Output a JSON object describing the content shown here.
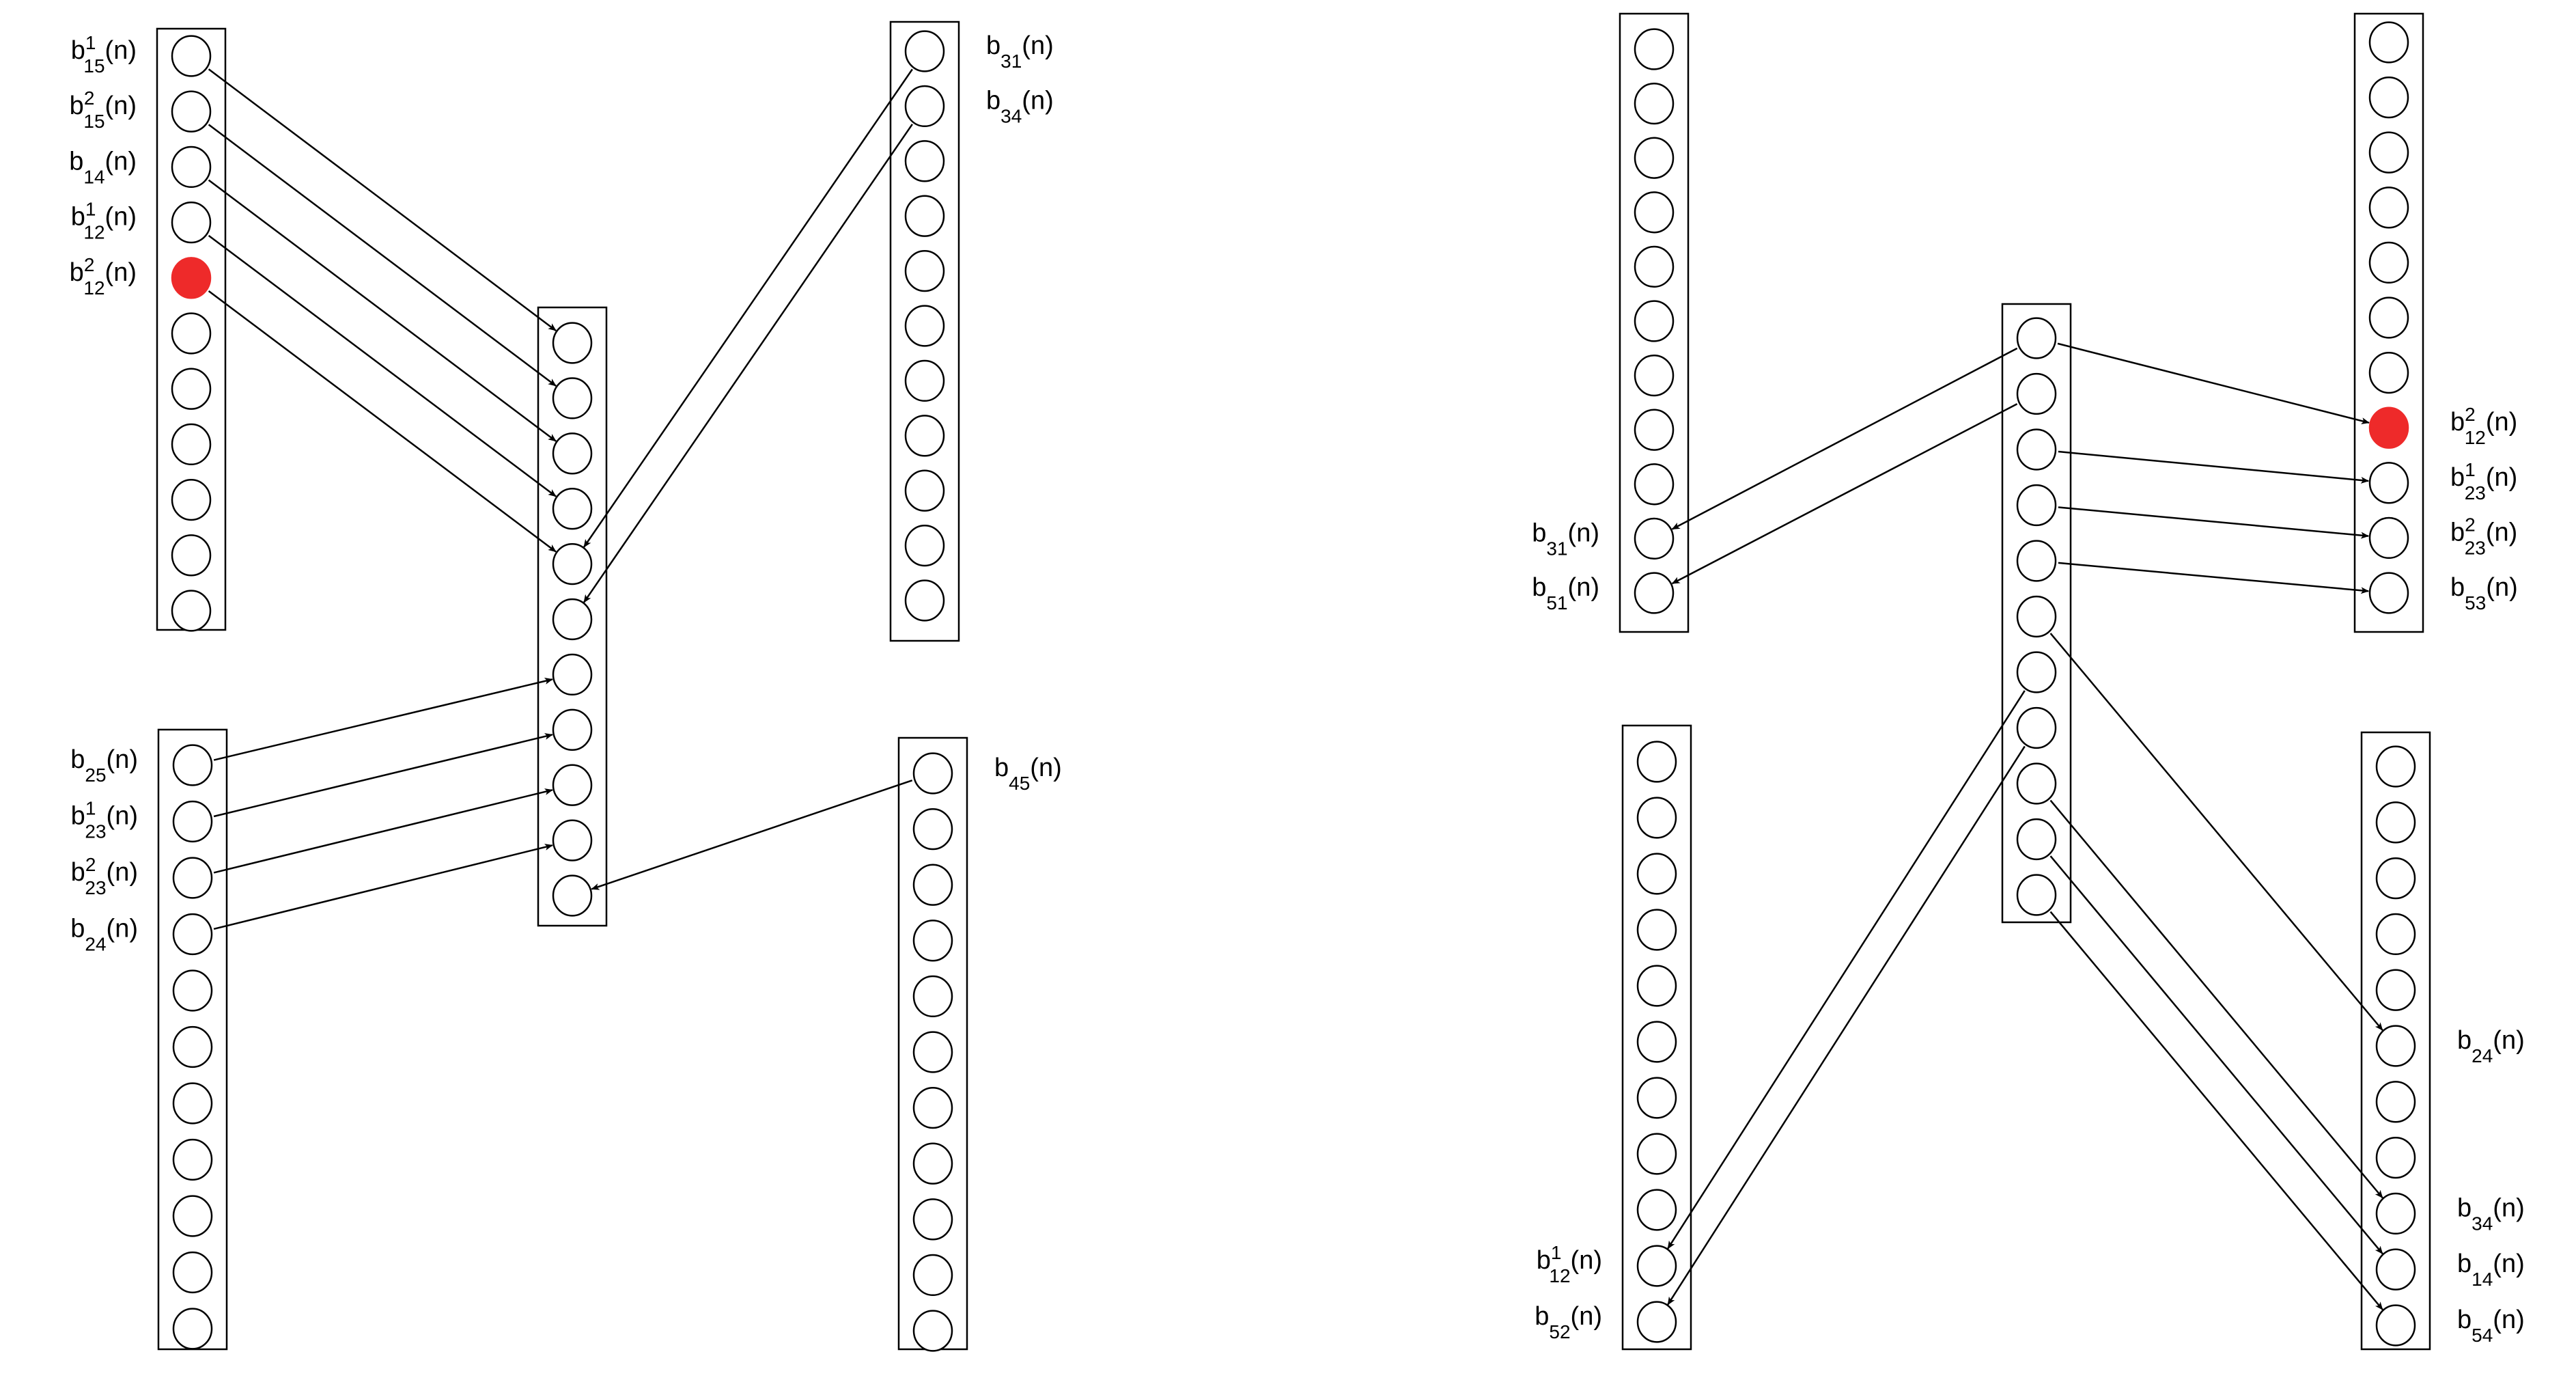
{
  "highlight_color": "#ee2a2a",
  "line_color": "#000000",
  "panels": [
    {
      "id": "left",
      "stacks": [
        {
          "id": "L_topleft",
          "nodes": 11,
          "highlighted": [
            4
          ]
        },
        {
          "id": "L_center",
          "nodes": 11,
          "highlighted": []
        },
        {
          "id": "L_topright",
          "nodes": 11,
          "highlighted": []
        },
        {
          "id": "L_bottomleft",
          "nodes": 11,
          "highlighted": []
        },
        {
          "id": "L_bottomright",
          "nodes": 11,
          "highlighted": []
        }
      ],
      "edges": [
        {
          "from": "L_topleft",
          "from_node": 0,
          "to": "L_center",
          "to_node": 0
        },
        {
          "from": "L_topleft",
          "from_node": 1,
          "to": "L_center",
          "to_node": 1
        },
        {
          "from": "L_topleft",
          "from_node": 2,
          "to": "L_center",
          "to_node": 2
        },
        {
          "from": "L_topleft",
          "from_node": 3,
          "to": "L_center",
          "to_node": 3
        },
        {
          "from": "L_topleft",
          "from_node": 4,
          "to": "L_center",
          "to_node": 4
        },
        {
          "from": "L_topright",
          "from_node": 0,
          "to": "L_center",
          "to_node": 4
        },
        {
          "from": "L_topright",
          "from_node": 1,
          "to": "L_center",
          "to_node": 5
        },
        {
          "from": "L_bottomleft",
          "from_node": 0,
          "to": "L_center",
          "to_node": 6
        },
        {
          "from": "L_bottomleft",
          "from_node": 1,
          "to": "L_center",
          "to_node": 7
        },
        {
          "from": "L_bottomleft",
          "from_node": 2,
          "to": "L_center",
          "to_node": 8
        },
        {
          "from": "L_bottomleft",
          "from_node": 3,
          "to": "L_center",
          "to_node": 9
        },
        {
          "from": "L_bottomright",
          "from_node": 0,
          "to": "L_center",
          "to_node": 10
        }
      ],
      "labels": [
        {
          "stack": "L_topleft",
          "node": 0,
          "side": "left",
          "base": "b",
          "sub": "15",
          "sup": "1",
          "arg": "(n)"
        },
        {
          "stack": "L_topleft",
          "node": 1,
          "side": "left",
          "base": "b",
          "sub": "15",
          "sup": "2",
          "arg": "(n)"
        },
        {
          "stack": "L_topleft",
          "node": 2,
          "side": "left",
          "base": "b",
          "sub": "14",
          "sup": "",
          "arg": "(n)"
        },
        {
          "stack": "L_topleft",
          "node": 3,
          "side": "left",
          "base": "b",
          "sub": "12",
          "sup": "1",
          "arg": "(n)"
        },
        {
          "stack": "L_topleft",
          "node": 4,
          "side": "left",
          "base": "b",
          "sub": "12",
          "sup": "2",
          "arg": "(n)"
        },
        {
          "stack": "L_topright",
          "node": 0,
          "side": "right",
          "base": "b",
          "sub": "31",
          "sup": "",
          "arg": "(n)"
        },
        {
          "stack": "L_topright",
          "node": 1,
          "side": "right",
          "base": "b",
          "sub": "34",
          "sup": "",
          "arg": "(n)"
        },
        {
          "stack": "L_bottomleft",
          "node": 0,
          "side": "left",
          "base": "b",
          "sub": "25",
          "sup": "",
          "arg": "(n)"
        },
        {
          "stack": "L_bottomleft",
          "node": 1,
          "side": "left",
          "base": "b",
          "sub": "23",
          "sup": "1",
          "arg": "(n)"
        },
        {
          "stack": "L_bottomleft",
          "node": 2,
          "side": "left",
          "base": "b",
          "sub": "23",
          "sup": "2",
          "arg": "(n)"
        },
        {
          "stack": "L_bottomleft",
          "node": 3,
          "side": "left",
          "base": "b",
          "sub": "24",
          "sup": "",
          "arg": "(n)"
        },
        {
          "stack": "L_bottomright",
          "node": 0,
          "side": "right",
          "base": "b",
          "sub": "45",
          "sup": "",
          "arg": "(n)"
        }
      ]
    },
    {
      "id": "right",
      "stacks": [
        {
          "id": "R_topleft",
          "nodes": 11,
          "highlighted": []
        },
        {
          "id": "R_center",
          "nodes": 11,
          "highlighted": []
        },
        {
          "id": "R_topright",
          "nodes": 11,
          "highlighted": [
            7
          ]
        },
        {
          "id": "R_bottomleft",
          "nodes": 11,
          "highlighted": []
        },
        {
          "id": "R_bottomright",
          "nodes": 11,
          "highlighted": []
        }
      ],
      "edges": [
        {
          "from": "R_center",
          "from_node": 0,
          "to": "R_topright",
          "to_node": 7
        },
        {
          "from": "R_center",
          "from_node": 0,
          "to": "R_topleft",
          "to_node": 9
        },
        {
          "from": "R_center",
          "from_node": 1,
          "to": "R_topleft",
          "to_node": 10
        },
        {
          "from": "R_center",
          "from_node": 2,
          "to": "R_topright",
          "to_node": 8
        },
        {
          "from": "R_center",
          "from_node": 3,
          "to": "R_topright",
          "to_node": 9
        },
        {
          "from": "R_center",
          "from_node": 4,
          "to": "R_topright",
          "to_node": 10
        },
        {
          "from": "R_center",
          "from_node": 5,
          "to": "R_bottomright",
          "to_node": 5
        },
        {
          "from": "R_center",
          "from_node": 6,
          "to": "R_bottomleft",
          "to_node": 9
        },
        {
          "from": "R_center",
          "from_node": 7,
          "to": "R_bottomleft",
          "to_node": 10
        },
        {
          "from": "R_center",
          "from_node": 8,
          "to": "R_bottomright",
          "to_node": 8
        },
        {
          "from": "R_center",
          "from_node": 9,
          "to": "R_bottomright",
          "to_node": 9
        },
        {
          "from": "R_center",
          "from_node": 10,
          "to": "R_bottomright",
          "to_node": 10
        }
      ],
      "labels": [
        {
          "stack": "R_topleft",
          "node": 9,
          "side": "left",
          "base": "b",
          "sub": "31",
          "sup": "",
          "arg": "(n)"
        },
        {
          "stack": "R_topleft",
          "node": 10,
          "side": "left",
          "base": "b",
          "sub": "51",
          "sup": "",
          "arg": "(n)"
        },
        {
          "stack": "R_topright",
          "node": 7,
          "side": "right",
          "base": "b",
          "sub": "12",
          "sup": "2",
          "arg": "(n)"
        },
        {
          "stack": "R_topright",
          "node": 8,
          "side": "right",
          "base": "b",
          "sub": "23",
          "sup": "1",
          "arg": "(n)"
        },
        {
          "stack": "R_topright",
          "node": 9,
          "side": "right",
          "base": "b",
          "sub": "23",
          "sup": "2",
          "arg": "(n)"
        },
        {
          "stack": "R_topright",
          "node": 10,
          "side": "right",
          "base": "b",
          "sub": "53",
          "sup": "",
          "arg": "(n)"
        },
        {
          "stack": "R_bottomleft",
          "node": 9,
          "side": "left",
          "base": "b",
          "sub": "12",
          "sup": "1",
          "arg": "(n)"
        },
        {
          "stack": "R_bottomleft",
          "node": 10,
          "side": "left",
          "base": "b",
          "sub": "52",
          "sup": "",
          "arg": "(n)"
        },
        {
          "stack": "R_bottomright",
          "node": 5,
          "side": "right",
          "base": "b",
          "sub": "24",
          "sup": "",
          "arg": "(n)"
        },
        {
          "stack": "R_bottomright",
          "node": 8,
          "side": "right",
          "base": "b",
          "sub": "34",
          "sup": "",
          "arg": "(n)"
        },
        {
          "stack": "R_bottomright",
          "node": 9,
          "side": "right",
          "base": "b",
          "sub": "14",
          "sup": "",
          "arg": "(n)"
        },
        {
          "stack": "R_bottomright",
          "node": 10,
          "side": "right",
          "base": "b",
          "sub": "54",
          "sup": "",
          "arg": "(n)"
        }
      ]
    }
  ]
}
